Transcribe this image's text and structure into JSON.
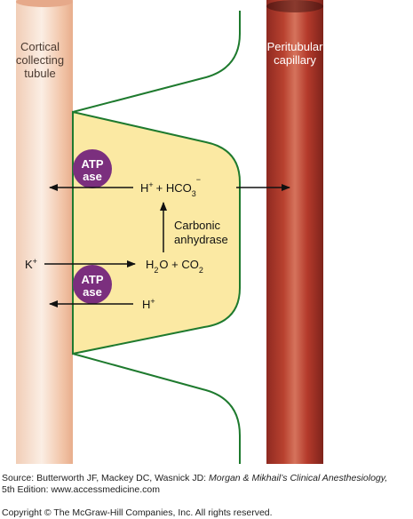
{
  "labels": {
    "tubule_line1": "Cortical",
    "tubule_line2": "collecting",
    "tubule_line3": "tubule",
    "capillary_line1": "Peritubular",
    "capillary_line2": "capillary",
    "pump_line1": "ATP",
    "pump_line2": "ase",
    "h_plus": "H",
    "plus_sign": "+",
    "hco3_prefix": "+  HCO",
    "hco3_sub": "3",
    "hco3_sup": "−",
    "enzyme_line1": "Carbonic",
    "enzyme_line2": "anhydrase",
    "k_ion": "K",
    "h2o_h": "H",
    "h2o_sub": "2",
    "h2o_o": "O  +  CO",
    "co2_sub": "2",
    "h_plus_bottom": "H"
  },
  "credits": {
    "source_prefix": "Source: Butterworth JF, Mackey DC, Wasnick JD: ",
    "source_title": "Morgan & Mikhail’s Clinical Anesthesiology,",
    "edition": "5th Edition: www.accessmedicine.com",
    "copyright": "Copyright © The McGraw-Hill Companies, Inc. All rights reserved."
  },
  "colors": {
    "cell_fill": "#fbe9a3",
    "cell_outline": "#1e7a2e",
    "pump": "#7b2f7e",
    "capillary": "#b23a2c",
    "tubule": "#f0c2a4"
  }
}
